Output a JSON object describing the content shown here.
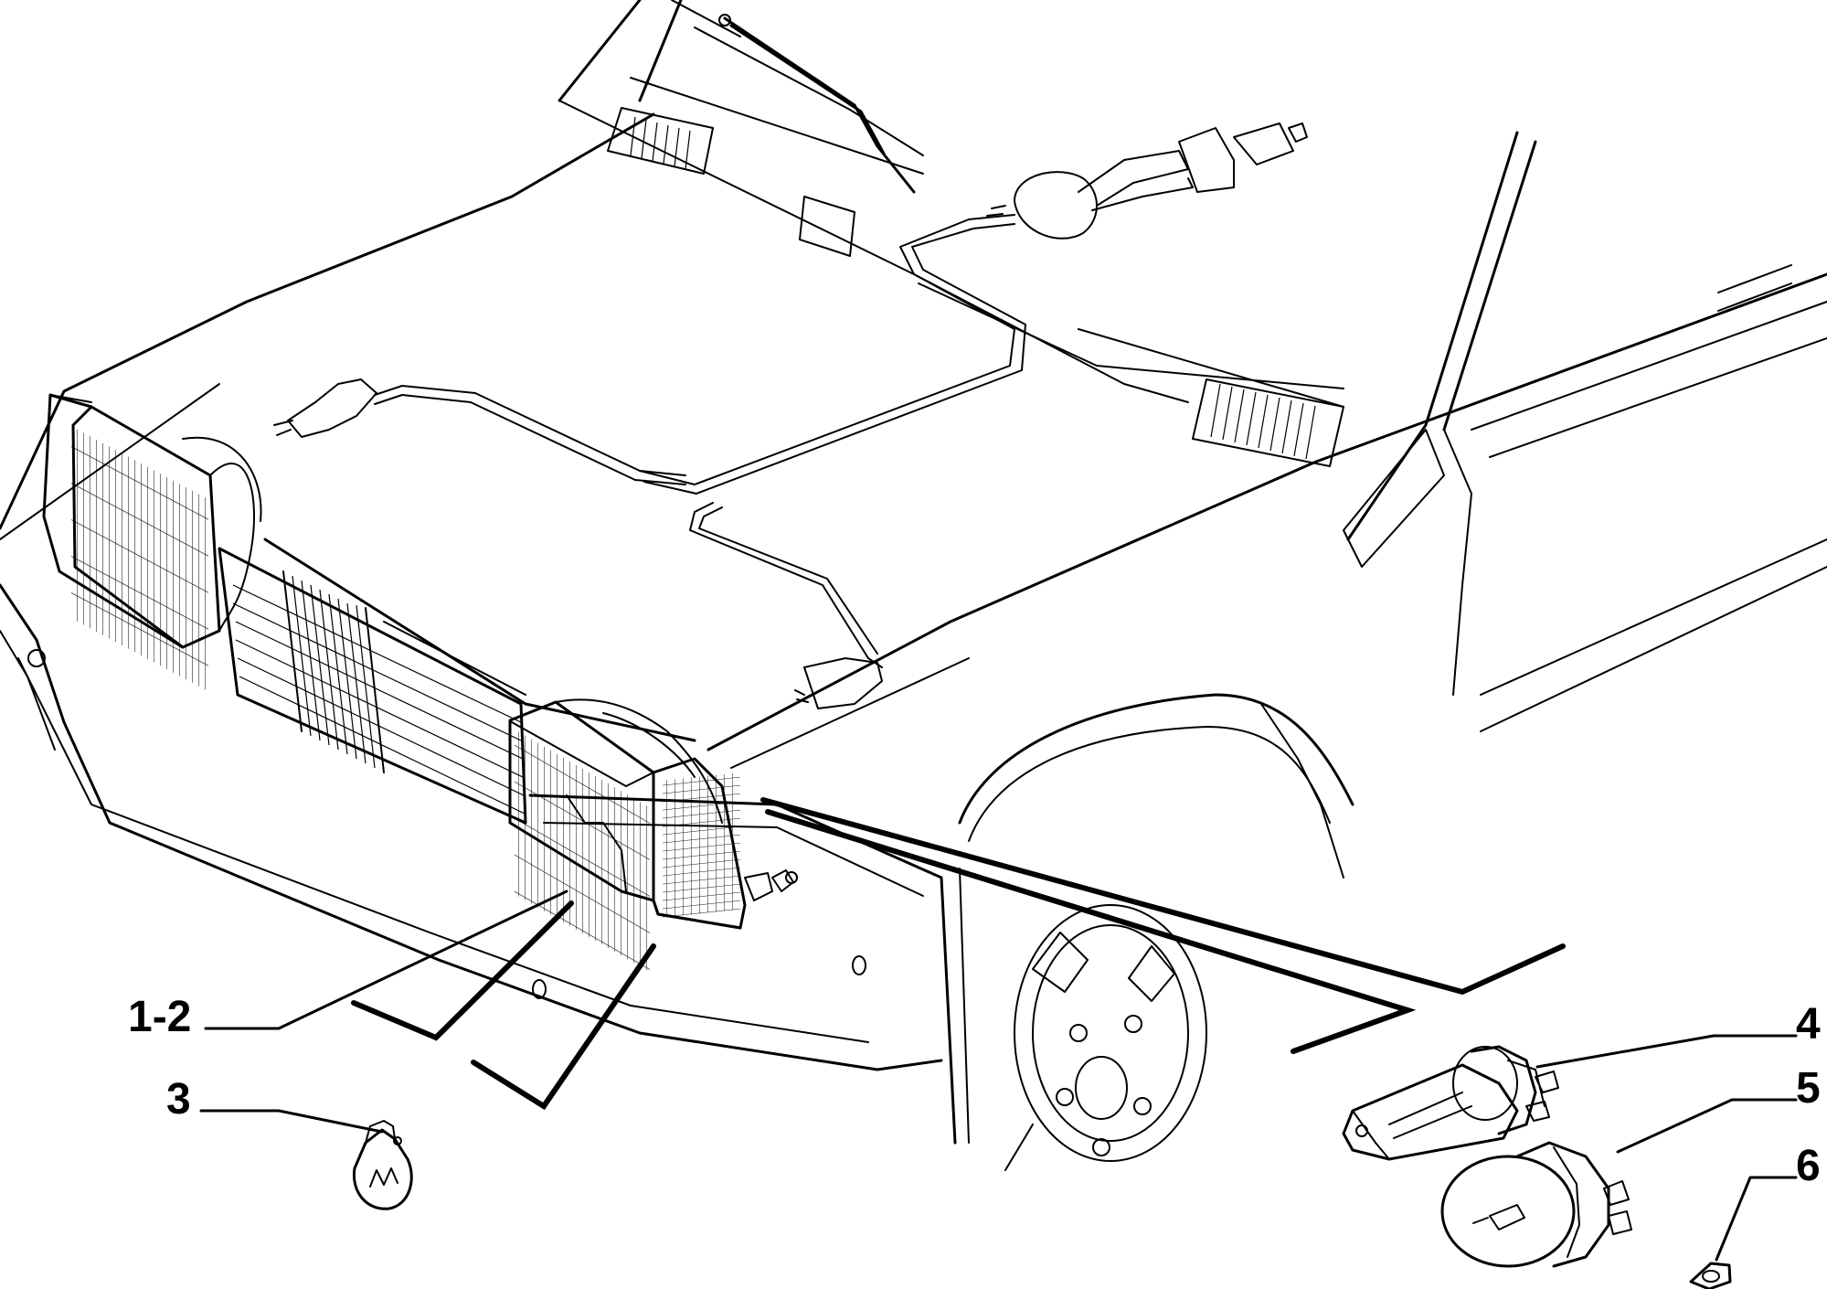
{
  "labels": {
    "l12": "1-2",
    "l3": "3",
    "l4": "4",
    "l5": "5",
    "l6": "6"
  },
  "colors": {
    "line": "#000000",
    "background": "#ffffff"
  }
}
